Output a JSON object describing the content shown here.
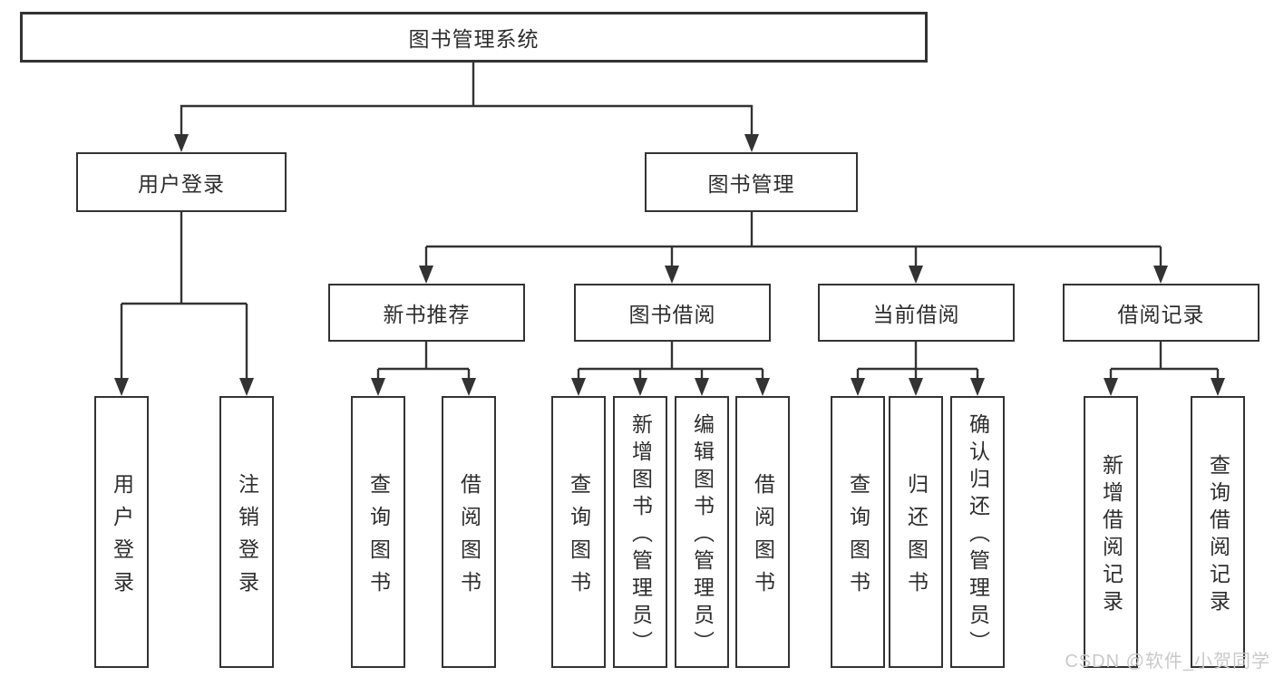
{
  "diagram": {
    "root": {
      "label": "图书管理系统"
    },
    "user_login": {
      "label": "用户登录",
      "children": {
        "login": {
          "label": "用户登录"
        },
        "logout": {
          "label": "注销登录"
        }
      }
    },
    "book_management": {
      "label": "图书管理",
      "children": {
        "new_book_recommend": {
          "label": "新书推荐",
          "children": {
            "query_books": {
              "label": "查询图书"
            },
            "borrow_books": {
              "label": "借阅图书"
            }
          }
        },
        "book_borrowing": {
          "label": "图书借阅",
          "children": {
            "query_books": {
              "label": "查询图书"
            },
            "add_books": {
              "label": "新增图书（管理员）"
            },
            "edit_books": {
              "label": "编辑图书（管理员）"
            },
            "borrow_books": {
              "label": "借阅图书"
            }
          }
        },
        "current_borrowing": {
          "label": "当前借阅",
          "children": {
            "query_books": {
              "label": "查询图书"
            },
            "return_books": {
              "label": "归还图书"
            },
            "confirm_return": {
              "label": "确认归还（管理员）"
            }
          }
        },
        "borrowing_records": {
          "label": "借阅记录",
          "children": {
            "add_record": {
              "label": "新增借阅记录"
            },
            "query_record": {
              "label": "查询借阅记录"
            }
          }
        }
      }
    }
  },
  "watermark": {
    "text": "CSDN @软件_小贺同学"
  },
  "colors": {
    "line": "#333333",
    "border": "#333333",
    "text": "#2d2d2d",
    "background": "#ffffff",
    "watermark": "#c9c9c9"
  }
}
